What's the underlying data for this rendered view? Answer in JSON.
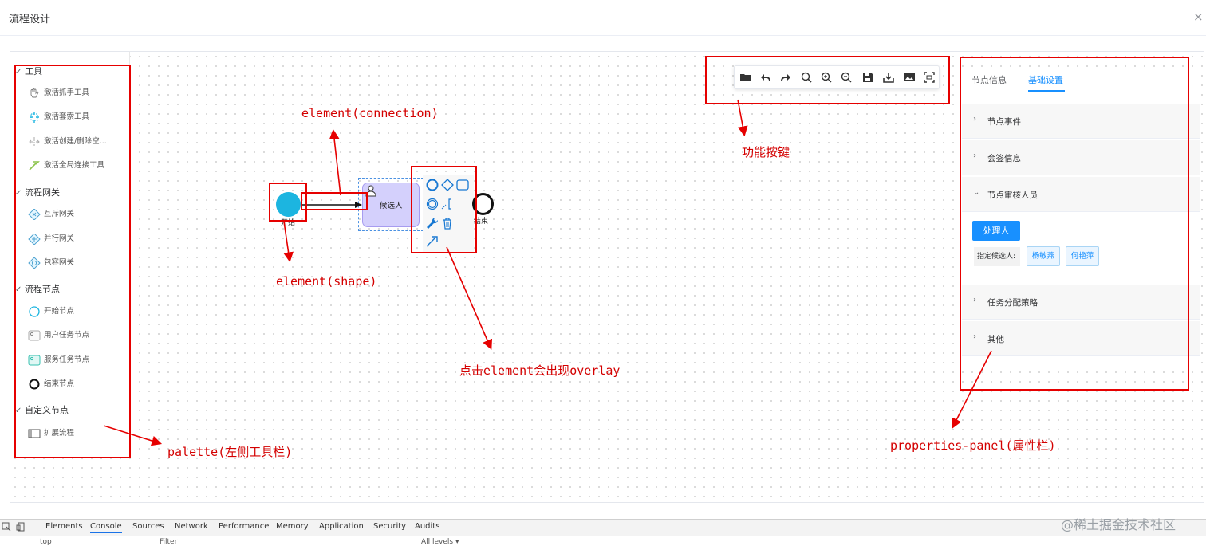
{
  "dialog": {
    "title": "流程设计",
    "close_icon": "×"
  },
  "palette": {
    "groups": [
      {
        "label": "工具",
        "items": [
          {
            "label": "激活抓手工具",
            "icon": "hand-tool-icon"
          },
          {
            "label": "激活套索工具",
            "icon": "lasso-tool-icon"
          },
          {
            "label": "激活创建/删除空...",
            "icon": "space-tool-icon"
          },
          {
            "label": "激活全局连接工具",
            "icon": "global-connect-icon"
          }
        ]
      },
      {
        "label": "流程网关",
        "items": [
          {
            "label": "互斥网关",
            "icon": "exclusive-gateway-icon"
          },
          {
            "label": "并行网关",
            "icon": "parallel-gateway-icon"
          },
          {
            "label": "包容网关",
            "icon": "inclusive-gateway-icon"
          }
        ]
      },
      {
        "label": "流程节点",
        "items": [
          {
            "label": "开始节点",
            "icon": "start-event-icon"
          },
          {
            "label": "用户任务节点",
            "icon": "user-task-icon"
          },
          {
            "label": "服务任务节点",
            "icon": "service-task-icon"
          },
          {
            "label": "结束节点",
            "icon": "end-event-icon"
          }
        ]
      },
      {
        "label": "自定义节点",
        "items": [
          {
            "label": "扩展流程",
            "icon": "subprocess-icon"
          }
        ]
      }
    ]
  },
  "diagram": {
    "start_label": "开始",
    "task_label": "候选人",
    "end_label": "结束"
  },
  "toolbar": {
    "buttons": [
      "open-folder-icon",
      "undo-icon",
      "redo-icon",
      "fit-view-icon",
      "zoom-in-icon",
      "zoom-out-icon",
      "save-icon",
      "download-icon",
      "export-image-icon",
      "preview-icon"
    ]
  },
  "properties": {
    "tabs": [
      "节点信息",
      "基础设置"
    ],
    "active_tab": "基础设置",
    "sections": [
      "节点事件",
      "会签信息",
      "节点审核人员",
      "任务分配策略",
      "其他"
    ],
    "handler_button": "处理人",
    "assign_label": "指定候选人:",
    "candidates": [
      "杨敏燕",
      "何艳萍"
    ]
  },
  "annotations": {
    "connection": "element(connection)",
    "shape": "element(shape)",
    "toolbar": "功能按键",
    "overlay": "点击element会出现overlay",
    "palette": "palette(左侧工具栏)",
    "props": "properties-panel(属性栏)"
  },
  "devtools": {
    "tabs": [
      "Elements",
      "Console",
      "Sources",
      "Network",
      "Performance",
      "Memory",
      "Application",
      "Security",
      "Audits"
    ],
    "active_tab": "Console",
    "context": "top",
    "filter_placeholder": "Filter",
    "levels": "All levels ▾"
  },
  "watermark": "@稀土掘金技术社区",
  "colors": {
    "accent": "#1890ff",
    "annotation": "#e60000",
    "task_fill": "#d4d0fc",
    "start_fill": "#1cb5e0"
  }
}
